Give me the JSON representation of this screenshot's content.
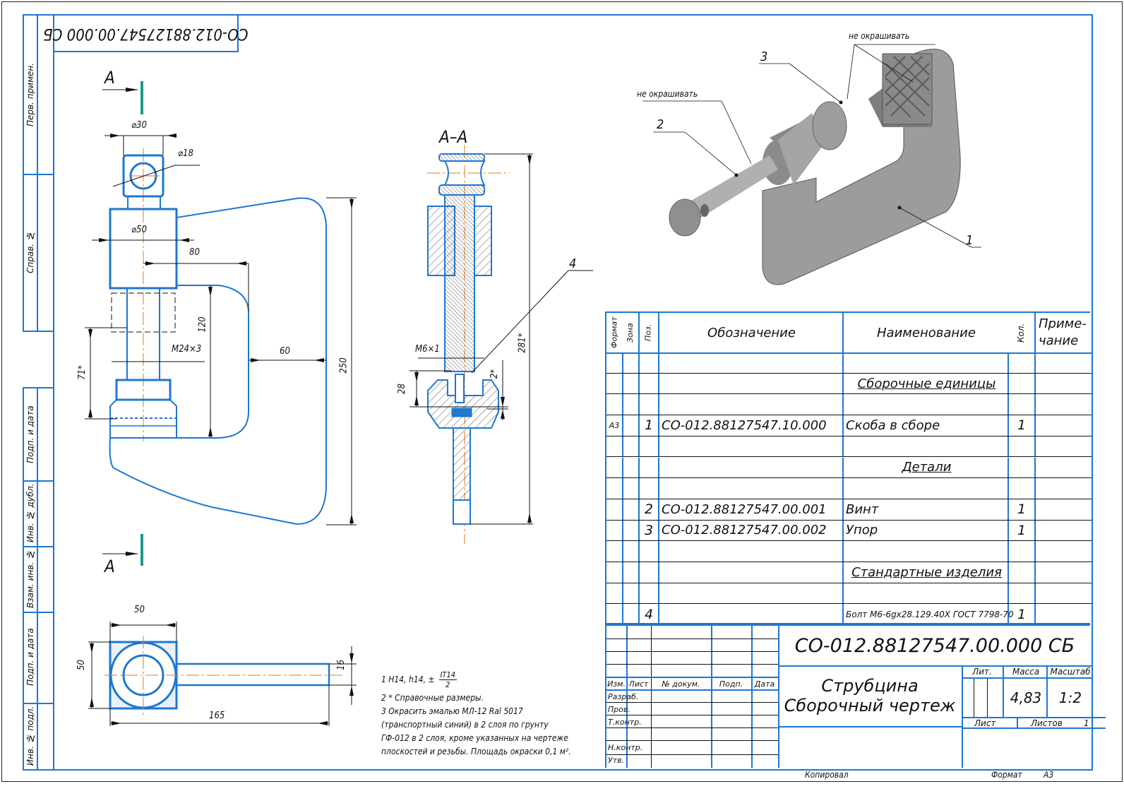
{
  "frame": {
    "top_stamp": "СО-012.88127547.00.000 СБ",
    "side_labels": [
      "Перв. примен.",
      "Справ. №",
      "Подп. и дата",
      "Инв. № дубл.",
      "Взам. инв. №",
      "Подп. и дата",
      "Инв. № подл."
    ]
  },
  "section_marker": {
    "letter": "А",
    "section_title": "А–А"
  },
  "front_view": {
    "dims": {
      "d30": "⌀30",
      "d18": "⌀18",
      "d50": "⌀50",
      "d80": "80",
      "d120": "120",
      "thread": "M24×3",
      "d60": "60",
      "d250": "250",
      "d71": "71*"
    }
  },
  "section_view": {
    "dims": {
      "thread": "M6×1",
      "d28": "28",
      "d2": "2*",
      "d281": "281*"
    },
    "callout": "4"
  },
  "top_view": {
    "dims": {
      "w50": "50",
      "h50": "50",
      "w165": "165",
      "h16": "16"
    }
  },
  "iso_view": {
    "callouts": [
      "1",
      "2",
      "3"
    ],
    "no_paint_1": "не окрашивать",
    "no_paint_2": "не окрашивать"
  },
  "notes": {
    "n1_prefix": "1  H14, h14, ±",
    "n1_num": "IT14",
    "n1_den": "2",
    "n2": "2  * Справочные размеры.",
    "n3_lines": [
      "3  Окрасить эмалью МЛ-12 Ral 5017",
      "(транспортный синий) в 2 слоя по грунту",
      "ГФ-012 в 2 слоя, кроме указанных на чертеже",
      "плоскостей и резьбы. Площадь окраски 0,1 м²."
    ]
  },
  "spec_table": {
    "headers": {
      "format": "Формат",
      "zone": "Зона",
      "pos": "Поз.",
      "designation": "Обозначение",
      "name": "Наименование",
      "qty": "Кол.",
      "note": "Приме-\nчание"
    },
    "rows": [
      {
        "format": "",
        "pos": "",
        "designation": "",
        "name": "",
        "qty": "",
        "section": false
      },
      {
        "format": "",
        "pos": "",
        "designation": "",
        "name": "Сборочные единицы",
        "qty": "",
        "section": true
      },
      {
        "format": "",
        "pos": "",
        "designation": "",
        "name": "",
        "qty": "",
        "section": false
      },
      {
        "format": "А3",
        "pos": "1",
        "designation": "СО-012.88127547.10.000",
        "name": "Скоба в сборе",
        "qty": "1",
        "section": false
      },
      {
        "format": "",
        "pos": "",
        "designation": "",
        "name": "",
        "qty": "",
        "section": false
      },
      {
        "format": "",
        "pos": "",
        "designation": "",
        "name": "Детали",
        "qty": "",
        "section": true
      },
      {
        "format": "",
        "pos": "",
        "designation": "",
        "name": "",
        "qty": "",
        "section": false
      },
      {
        "format": "",
        "pos": "2",
        "designation": "СО-012.88127547.00.001",
        "name": "Винт",
        "qty": "1",
        "section": false
      },
      {
        "format": "",
        "pos": "3",
        "designation": "СО-012.88127547.00.002",
        "name": "Упор",
        "qty": "1",
        "section": false
      },
      {
        "format": "",
        "pos": "",
        "designation": "",
        "name": "",
        "qty": "",
        "section": false
      },
      {
        "format": "",
        "pos": "",
        "designation": "",
        "name": "Стандартные изделия",
        "qty": "",
        "section": true
      },
      {
        "format": "",
        "pos": "",
        "designation": "",
        "name": "",
        "qty": "",
        "section": false
      },
      {
        "format": "",
        "pos": "4",
        "designation": "",
        "name": "Болт М6-6gх28.129.40Х ГОСТ 7798-70",
        "qty": "1",
        "section": false
      }
    ]
  },
  "title_block": {
    "doc_number": "СО-012.88127547.00.000 СБ",
    "title_line1": "Струбцина",
    "title_line2": "Сборочный чертеж",
    "col_labels": {
      "izm": "Изм.",
      "list": "Лист",
      "doc_no": "№ докум.",
      "sign": "Подп.",
      "date": "Дата"
    },
    "roles": [
      "Разраб.",
      "Пров.",
      "Т.контр.",
      "",
      "Н.контр.",
      "Утв."
    ],
    "lit_label": "Лит.",
    "mass_label": "Масса",
    "scale_label": "Масштаб",
    "mass": "4,83",
    "scale": "1:2",
    "sheet_label": "Лист",
    "sheets_label": "Листов",
    "sheets": "1"
  },
  "footer": {
    "copied": "Копировал",
    "format_label": "Формат",
    "format": "А3"
  },
  "colors": {
    "line": "#1f77d0",
    "axis": "#e07b1a",
    "section_mark": "#1a9a8a",
    "iso_fill": "#9a9a9a"
  }
}
